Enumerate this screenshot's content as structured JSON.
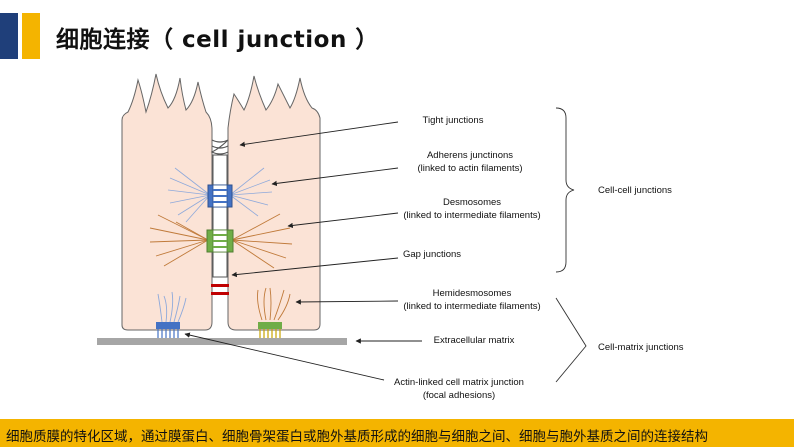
{
  "header": {
    "title": "细胞连接（ cell junction ）"
  },
  "labels": {
    "tight": "Tight junctions",
    "adherens_1": "Adherens junctinons",
    "adherens_2": "(linked to actin filaments)",
    "desmo_1": "Desmosomes",
    "desmo_2": "(linked to intermediate filaments)",
    "gap": "Gap junctions",
    "hemi_1": "Hemidesmosomes",
    "hemi_2": "(linked to intermediate filaments)",
    "ecm": "Extracellular matrix",
    "actin_1": "Actin-linked cell matrix junction",
    "actin_2": "(focal adhesions)",
    "cell_cell": "Cell-cell junctions",
    "cell_matrix": "Cell-matrix junctions"
  },
  "footer": {
    "text": "细胞质膜的特化区域，通过膜蛋白、细胞骨架蛋白或胞外基质形成的细胞与细胞之间、细胞与胞外基质之间的连接结构"
  },
  "colors": {
    "cell": "#fbe3d6",
    "accent_blue": "#1f3f7a",
    "accent_yellow": "#f4b400",
    "adherens": "#4472c4",
    "desmosome": "#70ad47",
    "gap": "#c00000",
    "matrix": "#a6a6a6",
    "fiber": "#c07a3a"
  }
}
